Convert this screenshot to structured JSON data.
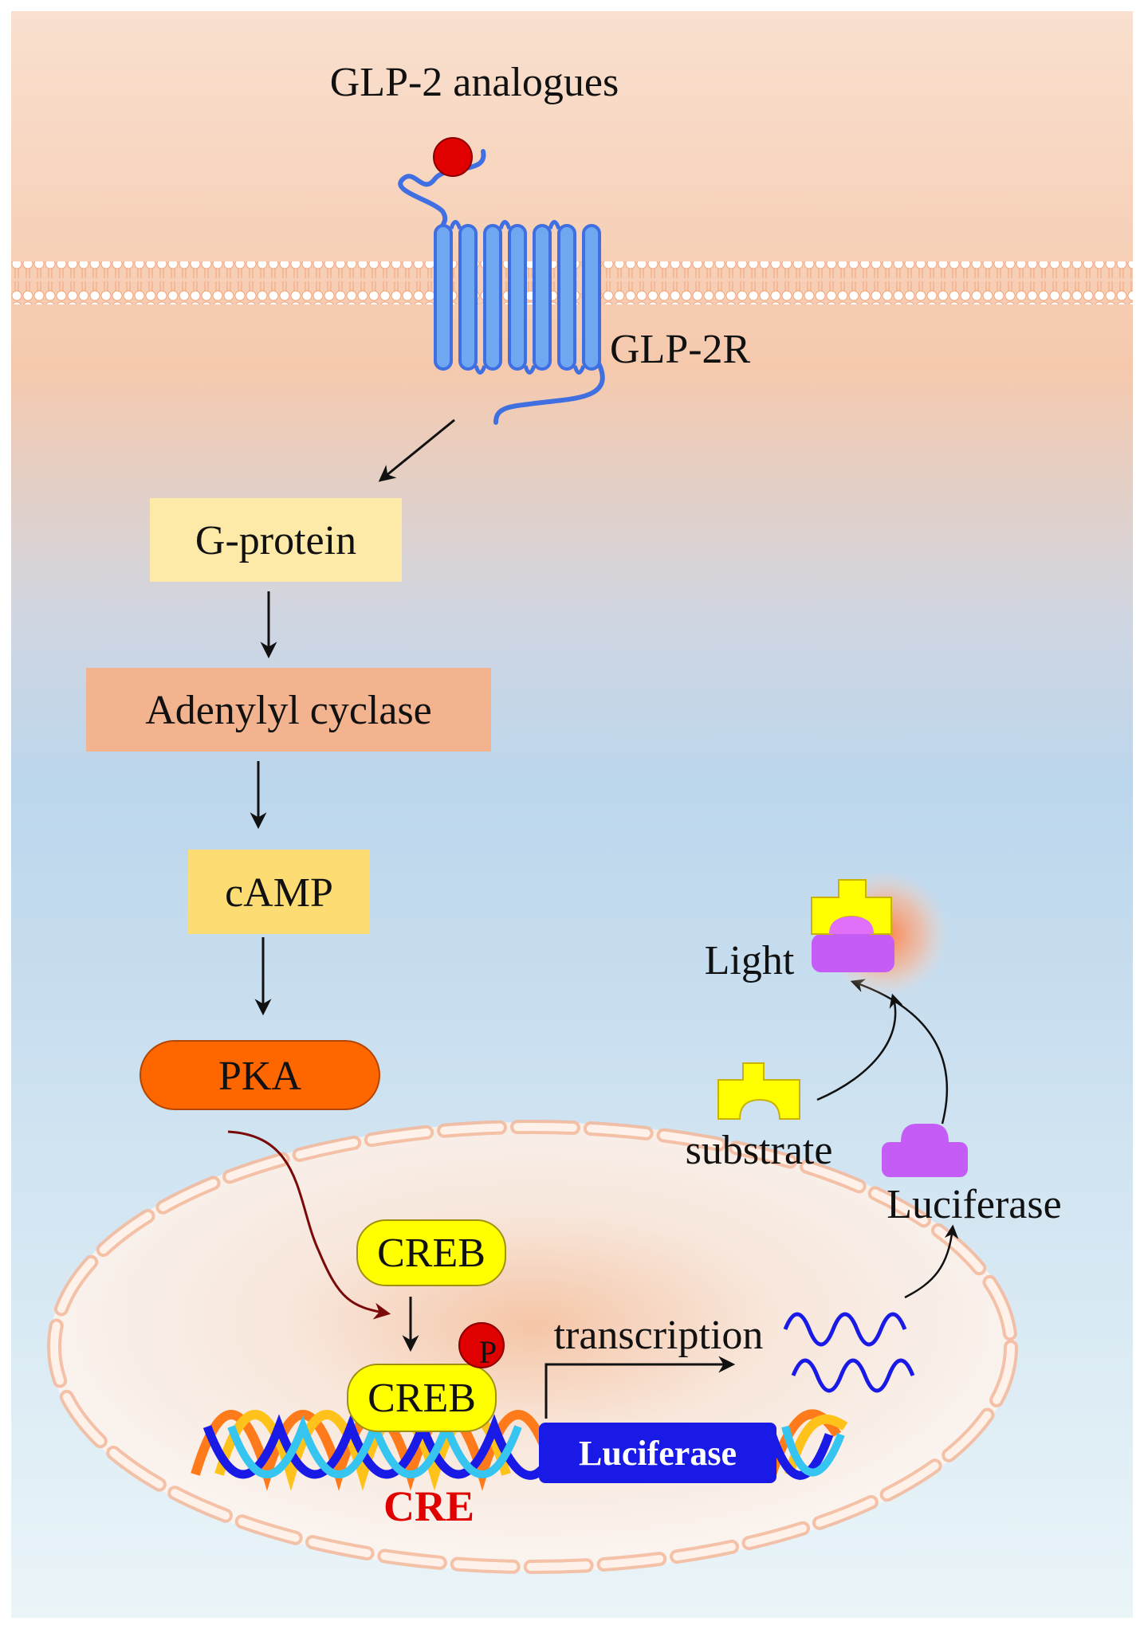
{
  "ligand_label": "GLP-2 analogues",
  "receptor_label": "GLP-2R",
  "pathway": {
    "g_protein": "G-protein",
    "adenylyl_cyclase": "Adenylyl cyclase",
    "camp": "cAMP",
    "pka": "PKA"
  },
  "nucleus": {
    "creb_top": "CREB",
    "creb_bound": "CREB",
    "phospho": "P",
    "cre": "CRE",
    "luciferase_gene": "Luciferase",
    "transcription": "transcription"
  },
  "reaction": {
    "substrate": "substrate",
    "luciferase": "Luciferase",
    "light": "Light"
  },
  "colors": {
    "background_top": "#f9dcc8",
    "background_bottom": "#e8f3f7",
    "receptor": "#6fa8f0",
    "ligand": "#e00000",
    "g_protein_box": "#fde9a8",
    "adenylyl_box": "#f2b38e",
    "camp_box": "#fddc74",
    "pka": "#fe6600",
    "creb": "#ffff00",
    "luciferase_gene": "#1a1ae6",
    "cre_text": "#e00000",
    "substrate": "#ffff00",
    "luciferase_enzyme": "#c45cf5",
    "mrna": "#1a1ae6"
  }
}
